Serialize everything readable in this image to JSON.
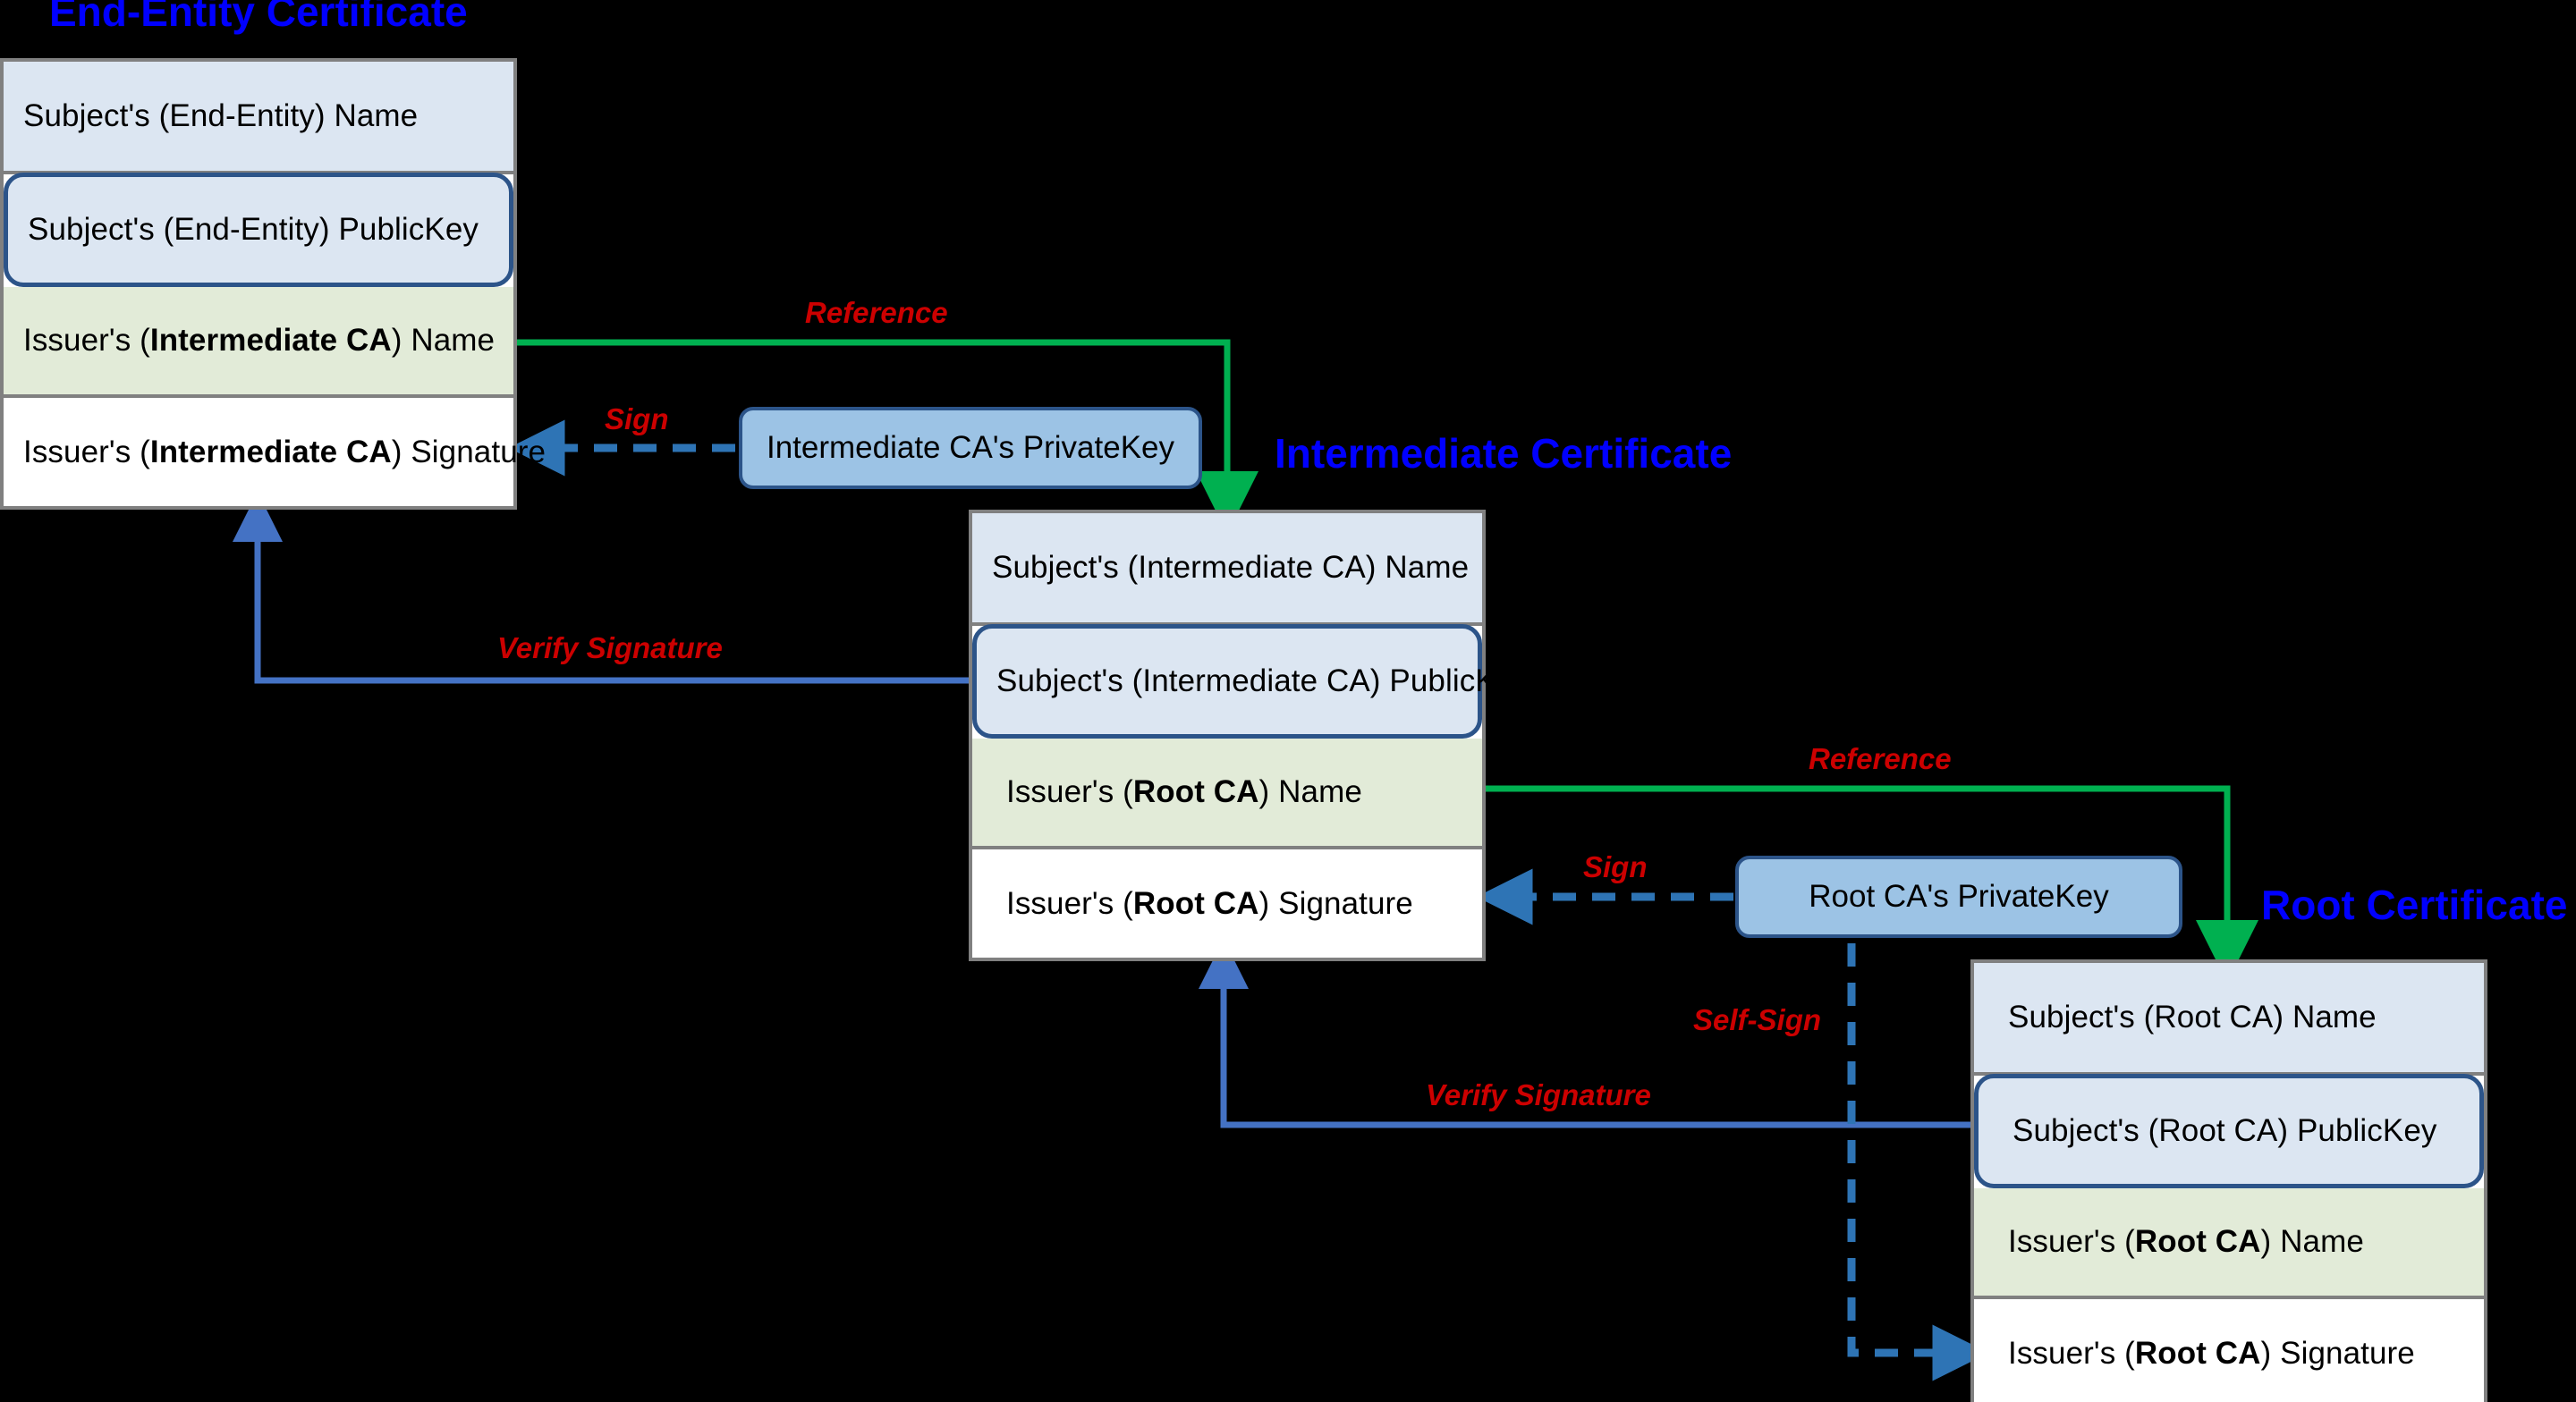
{
  "diagram": {
    "title_color": "#0000ff",
    "label_color": "#cc0000",
    "reference_arrow_color": "#00b050",
    "sign_arrow_color": "#2e74b5",
    "verify_arrow_color": "#4472c4",
    "background": "#000000"
  },
  "certificates": [
    {
      "title": "End-Entity Certificate",
      "rows": [
        {
          "kind": "subject-name",
          "text": "Subject's (End-Entity) Name"
        },
        {
          "kind": "subject-pubkey",
          "text": "Subject's (End-Entity) PublicKey"
        },
        {
          "kind": "issuer-name",
          "prefix": "Issuer's (",
          "emphasis": "Intermediate CA",
          "suffix": ") Name"
        },
        {
          "kind": "issuer-sig",
          "prefix": "Issuer's (",
          "emphasis": "Intermediate CA",
          "suffix": ") Signature"
        }
      ]
    },
    {
      "title": "Intermediate Certificate",
      "rows": [
        {
          "kind": "subject-name",
          "text": "Subject's (Intermediate CA) Name"
        },
        {
          "kind": "subject-pubkey",
          "text": "Subject's (Intermediate CA) PublicKey"
        },
        {
          "kind": "issuer-name",
          "prefix": "Issuer's (",
          "emphasis": "Root CA",
          "suffix": ") Name"
        },
        {
          "kind": "issuer-sig",
          "prefix": "Issuer's (",
          "emphasis": "Root CA",
          "suffix": ") Signature"
        }
      ]
    },
    {
      "title": "Root Certificate",
      "rows": [
        {
          "kind": "subject-name",
          "text": "Subject's (Root CA) Name"
        },
        {
          "kind": "subject-pubkey",
          "text": "Subject's (Root CA) PublicKey"
        },
        {
          "kind": "issuer-name",
          "prefix": "Issuer's (",
          "emphasis": "Root CA",
          "suffix": ") Name"
        },
        {
          "kind": "issuer-sig",
          "prefix": "Issuer's (",
          "emphasis": "Root CA",
          "suffix": ") Signature"
        }
      ]
    }
  ],
  "private_keys": [
    {
      "label": "Intermediate CA's PrivateKey"
    },
    {
      "label": "Root CA's PrivateKey"
    }
  ],
  "edge_labels": {
    "reference_top": "Reference",
    "sign_top": "Sign",
    "verify_top": "Verify Signature",
    "reference_bottom": "Reference",
    "sign_bottom": "Sign",
    "self_sign": "Self-Sign",
    "verify_bottom": "Verify Signature"
  }
}
